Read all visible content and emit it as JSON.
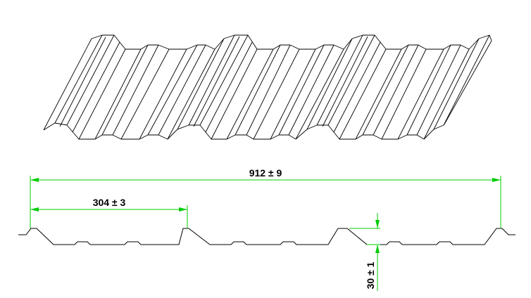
{
  "dimensions": {
    "overall_width": "912 ± 9",
    "pitch": "304 ± 3",
    "height": "30 ± 1"
  },
  "colors": {
    "outline": "#000000",
    "dimension_lines": "#00cc00",
    "background": "#ffffff"
  }
}
